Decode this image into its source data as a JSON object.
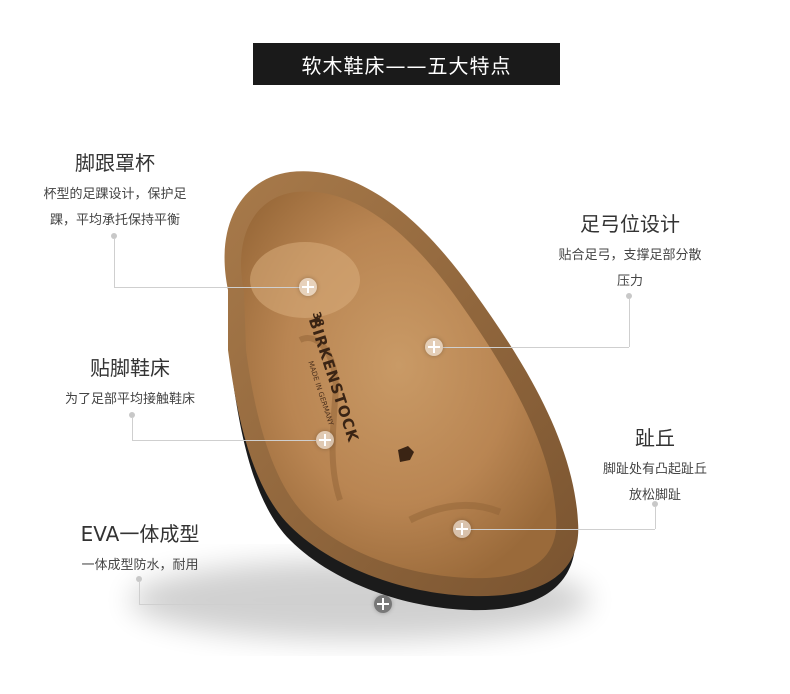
{
  "title": "软木鞋床——五大特点",
  "insole": {
    "brand": "BIRKENSTOCK",
    "origin": "MADE IN GERMANY",
    "size": "38"
  },
  "features": [
    {
      "title": "脚跟罩杯",
      "desc": [
        "杯型的足踝设计，保护足",
        "踝，平均承托保持平衡"
      ]
    },
    {
      "title": "足弓位设计",
      "desc": [
        "贴合足弓，支撑足部分散",
        "压力"
      ]
    },
    {
      "title": "贴脚鞋床",
      "desc": [
        "为了足部平均接触鞋床"
      ]
    },
    {
      "title": "趾丘",
      "desc": [
        "脚趾处有凸起趾丘",
        "放松脚趾"
      ]
    },
    {
      "title": "EVA一体成型",
      "desc": [
        "一体成型防水，耐用"
      ]
    }
  ]
}
